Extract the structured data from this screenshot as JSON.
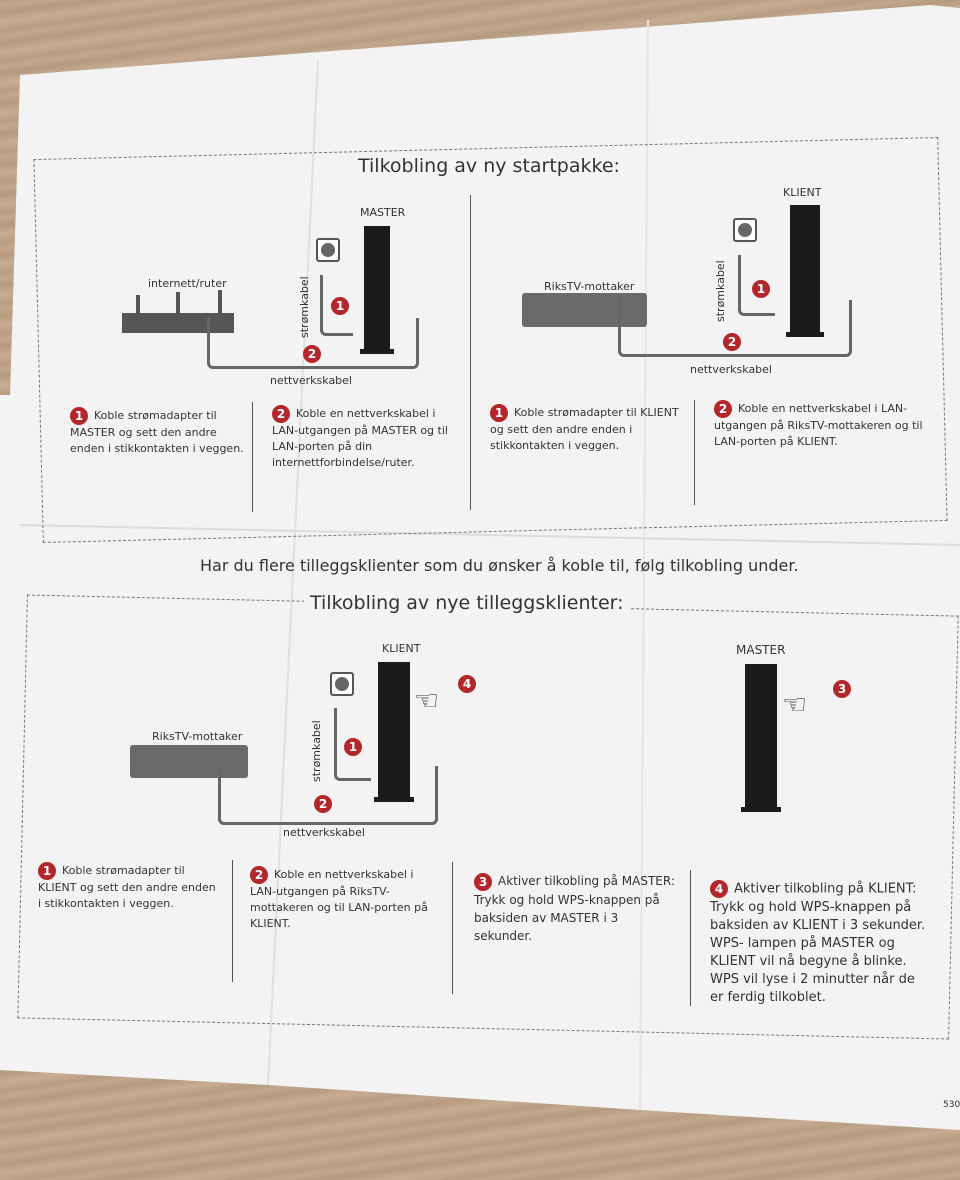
{
  "section1": {
    "title": "Tilkobling av ny startpakke:",
    "left": {
      "router_label": "internett/ruter",
      "master_label": "MASTER",
      "power_cable_label": "strømkabel",
      "network_cable_label": "nettverkskabel",
      "step1": "Koble strømadapter til MASTER og sett den andre enden i stikkontakten i veggen.",
      "step2": "Koble en nettverkskabel i LAN-utgangen på MASTER og til LAN-porten på din internettforbindelse/ruter."
    },
    "right": {
      "receiver_label": "RiksTV-mottaker",
      "client_label": "KLIENT",
      "power_cable_label": "strømkabel",
      "network_cable_label": "nettverkskabel",
      "step1": "Koble strømadapter til KLIENT og sett den andre enden i stikkontakten i veggen.",
      "step2": "Koble en nettverkskabel i LAN-utgangen på RiksTV-mottakeren og til LAN-porten på KLIENT."
    }
  },
  "middle_text": "Har du flere tilleggsklienter som du ønsker å koble til, følg tilkobling under.",
  "section2": {
    "title": "Tilkobling av nye tilleggsklienter:",
    "receiver_label": "RiksTV-mottaker",
    "client_label": "KLIENT",
    "master_label": "MASTER",
    "power_cable_label": "strømkabel",
    "network_cable_label": "nettverkskabel",
    "step1": "Koble strømadapter til KLIENT og sett den andre enden i stikkontakten i veggen.",
    "step2": "Koble en nettverkskabel i LAN-utgangen på RiksTV-mottakeren og til LAN-porten på KLIENT.",
    "step3": "Aktiver tilkobling på MASTER: Trykk og hold WPS-knappen på baksiden av MASTER i 3 sekunder.",
    "step4": "Aktiver tilkobling på KLIENT: Trykk og hold WPS-knappen på baksiden av KLIENT i 3 sekunder. WPS- lampen på MASTER og KLIENT vil nå begyne å blinke. WPS vil lyse i 2 minutter når de er ferdig tilkoblet."
  },
  "numbers": {
    "one": "1",
    "two": "2",
    "three": "3",
    "four": "4"
  },
  "page_code": "530",
  "colors": {
    "accent_red": "#b3262c",
    "paper": "#f4f4f4",
    "table_wood": "#c0a489"
  }
}
